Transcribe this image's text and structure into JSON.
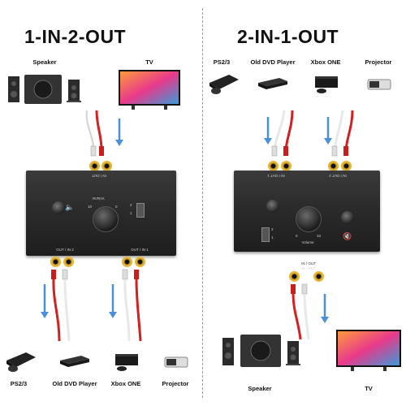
{
  "left": {
    "heading": "1-IN-2-OUT",
    "top_devices": [
      "Speaker",
      "TV"
    ],
    "bottom_devices": [
      "PS2/3",
      "Old DVD Player",
      "Xbox ONE",
      "Projector"
    ],
    "panel": {
      "in_label": "IN / OUT",
      "out1_label": "OUT / IN 1",
      "out2_label": "OUT / IN 2",
      "knob_label": "Volume",
      "scale_min": "0",
      "scale_max": "10",
      "sel1": "1",
      "sel2": "2"
    }
  },
  "right": {
    "heading": "2-IN-1-OUT",
    "top_devices": [
      "PS2/3",
      "Old DVD Player",
      "Xbox ONE",
      "Projector"
    ],
    "bottom_devices": [
      "Speaker",
      "TV"
    ],
    "panel": {
      "in1_label": "IN / OUT 1",
      "in2_label": "IN / OUT 2",
      "out_label": "IN / OUT",
      "knob_label": "Volume",
      "scale_min": "0",
      "scale_max": "10",
      "sel1": "1",
      "sel2": "2"
    }
  },
  "colors": {
    "arrow": "#4a90d9",
    "cable_red": "#d42020",
    "cable_white": "#e8e8e8",
    "box": "#2c2c2c",
    "gold": "#d4a020"
  }
}
